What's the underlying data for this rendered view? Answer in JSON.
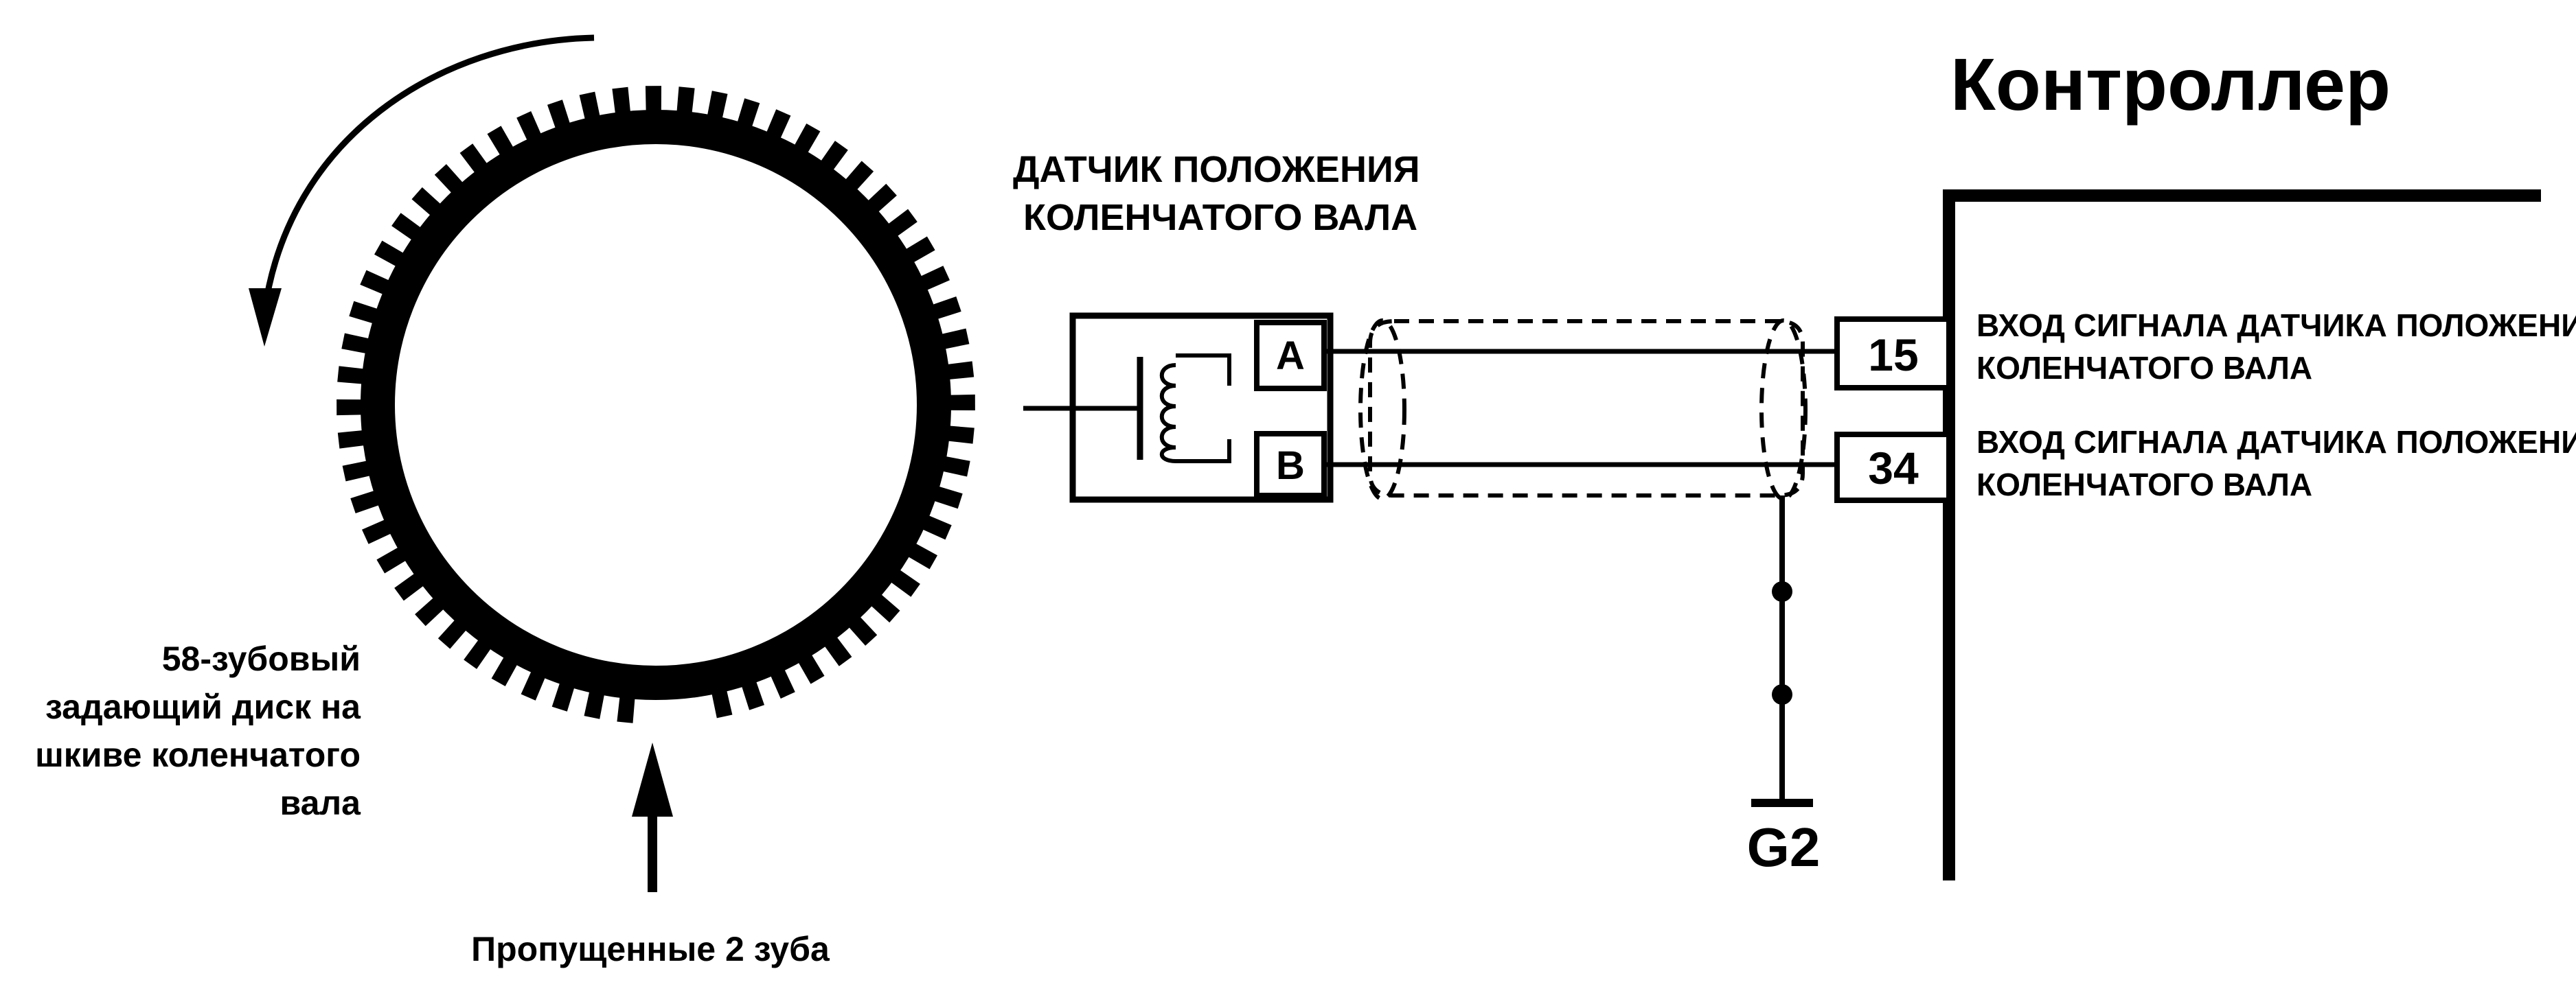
{
  "controller": {
    "title": "Контроллер"
  },
  "sensor": {
    "title_line1": "ДАТЧИК ПОЛОЖЕНИЯ",
    "title_line2": "КОЛЕНЧАТОГО ВАЛА"
  },
  "terminals": {
    "a": "A",
    "b": "B"
  },
  "pins": [
    {
      "number": "15",
      "desc_line1": "ВХОД СИГНАЛА ДАТЧИКА ПОЛОЖЕНИЯ",
      "desc_line2": "КОЛЕНЧАТОГО ВАЛА"
    },
    {
      "number": "34",
      "desc_line1": "ВХОД СИГНАЛА ДАТЧИКА ПОЛОЖЕНИЯ",
      "desc_line2": "КОЛЕНЧАТОГО ВАЛА"
    }
  ],
  "ground": {
    "label": "G2"
  },
  "disc": {
    "caption_lines": [
      "58-зубовый",
      "задающий диск на",
      "шкиве коленчатого",
      "вала"
    ],
    "teeth": 58,
    "missing_teeth": 2
  },
  "missing_teeth": {
    "caption": "Пропущенные 2 зуба"
  }
}
